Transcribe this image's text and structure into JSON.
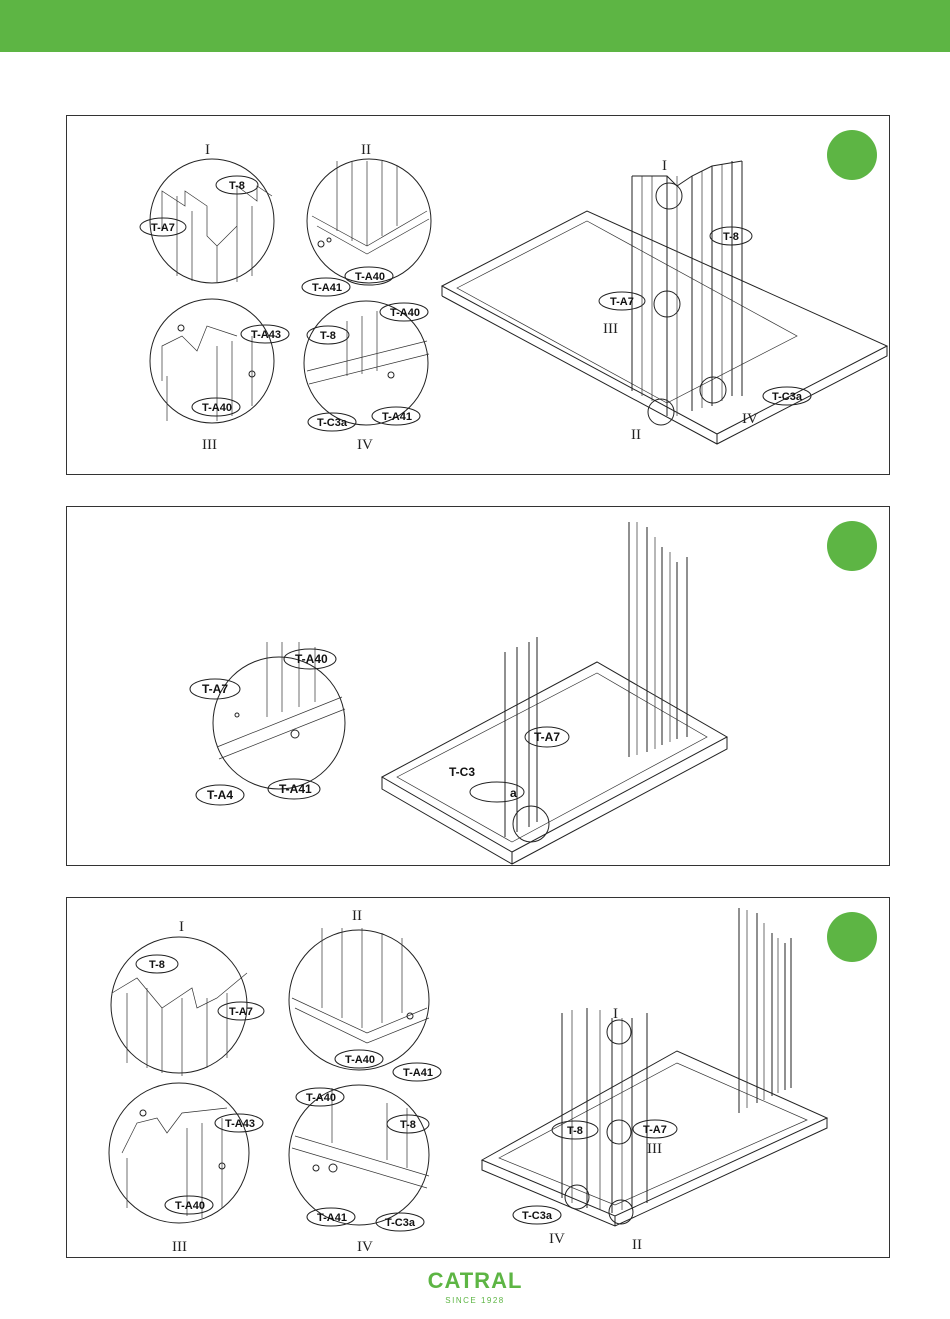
{
  "colors": {
    "accent": "#5db544",
    "line": "#222222"
  },
  "brand": {
    "name": "CATRAL",
    "tagline": "SINCE 1928"
  },
  "step1": {
    "details": {
      "d1": "I",
      "d2": "II",
      "d3": "III",
      "d4": "IV"
    },
    "callouts": {
      "I": "I",
      "II": "II",
      "III": "III",
      "IV": "IV"
    },
    "parts": {
      "t8": "T-8",
      "ta7": "T-A7",
      "ta40": "T-A40",
      "ta41": "T-A41",
      "ta43": "T-A43",
      "tc3a": "T-C3a"
    }
  },
  "step2": {
    "parts": {
      "ta40": "T-A40",
      "ta7": "T-A7",
      "ta4": "T-A4",
      "ta41": "T-A41",
      "tc3": "T-C3",
      "a": "a"
    }
  },
  "step3": {
    "details": {
      "d1": "I",
      "d2": "II",
      "d3": "III",
      "d4": "IV"
    },
    "callouts": {
      "I": "I",
      "II": "II",
      "III": "III",
      "IV": "IV"
    },
    "parts": {
      "t8": "T-8",
      "ta7": "T-A7",
      "ta40": "T-A40",
      "ta41": "T-A41",
      "ta43": "T-A43",
      "tc3a": "T-C3a"
    }
  }
}
